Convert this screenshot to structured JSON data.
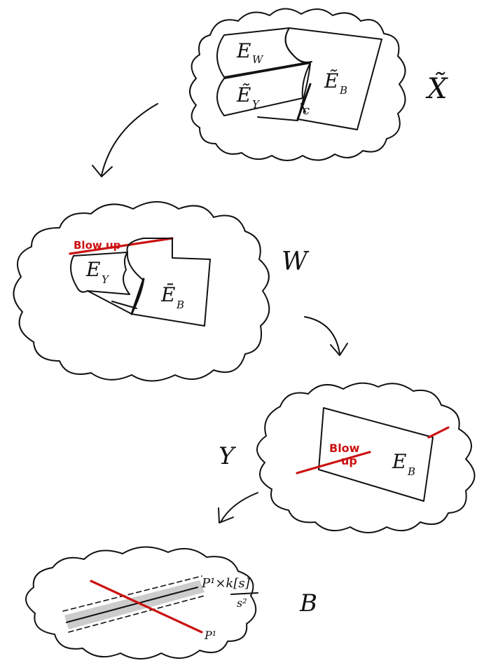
{
  "labels": {
    "x_tilde_space": "X̃",
    "e_w": "E",
    "e_w_sub": "W",
    "e_y_tilde": "Ẽ",
    "e_y_tilde_sub": "Y",
    "e_b_tilde": "Ẽ",
    "e_b_tilde_sub": "B",
    "c": "c",
    "w_space": "W",
    "blow_up_1": "Blow up",
    "e_y": "E",
    "e_y_sub": "Y",
    "e_b_bar": "Ē",
    "e_b_bar_sub": "B",
    "y_space": "Y",
    "blow_up_2_line1": "Blow",
    "blow_up_2_line2": "up",
    "e_b": "E",
    "e_b_sub": "B",
    "b_space": "B",
    "p1_times": "P¹×k[s]",
    "p1_times_den": "s²",
    "p1": "P¹"
  },
  "colors": {
    "ink": "#111111",
    "blow_up": "#cc1111",
    "shade": "#cccccc"
  }
}
